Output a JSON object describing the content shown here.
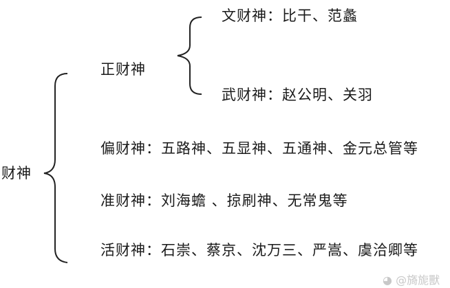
{
  "root": {
    "label": "财神"
  },
  "categories": [
    {
      "label": "正财神",
      "children": [
        {
          "label": "文财神：比干、范蠡"
        },
        {
          "label": "武财神：赵公明、关羽"
        }
      ]
    },
    {
      "label": "偏财神：五路神、五显神、五通神、金元总管等"
    },
    {
      "label": "准财神：刘海蟾 、掠刷神、无常鬼等"
    },
    {
      "label": "活财神：石崇、蔡京、沈万三、严嵩、虞洽卿等"
    }
  ],
  "watermark": {
    "icon": "weibo-icon",
    "text": "@旖旎獸"
  }
}
